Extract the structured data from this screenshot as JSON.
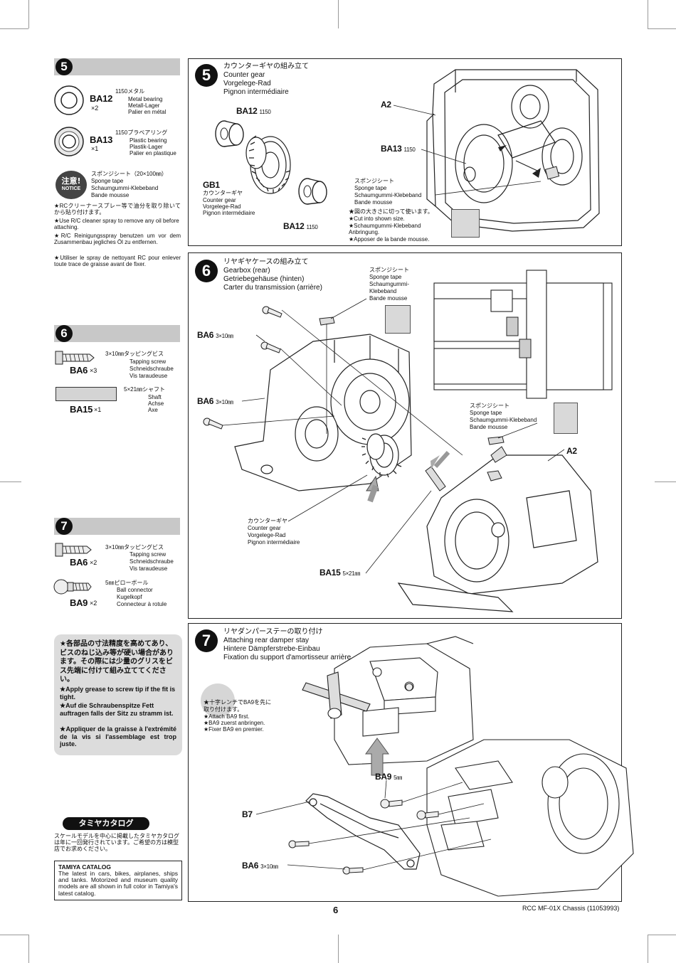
{
  "side": {
    "s5": {
      "num": "5",
      "ba12": {
        "code": "BA12",
        "qty": "×2",
        "size": "1150メタル",
        "names": [
          "Metal bearing",
          "Metall-Lager",
          "Palier en métal"
        ]
      },
      "ba13": {
        "code": "BA13",
        "qty": "×1",
        "size": "1150プラベアリング",
        "names": [
          "Plastic bearing",
          "Plastik-Lager",
          "Palier en plastique"
        ]
      },
      "notice": {
        "badge_top": "注意!",
        "badge_bottom": "NOTICE",
        "lines": [
          "スポンジシート（20×100㎜）",
          "Sponge tape",
          "Schaumgummi-Klebeband",
          "Bande mousse"
        ]
      },
      "notes": [
        "★RCクリーナースプレー等で油分を取り除いてから貼り付けます。",
        "★Use R/C cleaner spray to remove any oil before attaching.",
        "★R/C Reinigungsspray benutzen um vor dem Zusammenbau jegliches Öl zu entfernen.",
        "★Utiliser le spray de nettoyant RC pour enlever toute trace de graisse avant de fixer."
      ]
    },
    "s6": {
      "num": "6",
      "ba6": {
        "code": "BA6",
        "qty": "×3",
        "size": "3×10㎜タッピングビス",
        "names": [
          "Tapping screw",
          "Schneidschraube",
          "Vis taraudeuse"
        ]
      },
      "ba15": {
        "code": "BA15",
        "qty": "×1",
        "size": "5×21㎜シャフト",
        "names": [
          "Shaft",
          "Achse",
          "Axe"
        ]
      }
    },
    "s7": {
      "num": "7",
      "ba6": {
        "code": "BA6",
        "qty": "×2",
        "size": "3×10㎜タッピングビス",
        "names": [
          "Tapping screw",
          "Schneidschraube",
          "Vis taraudeuse"
        ]
      },
      "ba9": {
        "code": "BA9",
        "qty": "×2",
        "size": "5㎜ピローボール",
        "names": [
          "Ball connector",
          "Kugelkopf",
          "Connecteur à rotule"
        ]
      }
    },
    "grease_note": [
      "★各部品の寸法精度を高めてあり、ビスのねじ込み等が硬い場合があります。その際には少量のグリスをビス先端に付けて組み立ててください。",
      "★Apply grease to screw tip if the fit is tight.",
      "★Auf die Schraubenspitze Fett auftragen falls der Sitz zu stramm ist.",
      "★Appliquer de la graisse à l'extrémité de la vis si l'assemblage est trop juste."
    ],
    "catalog": {
      "badge": "タミヤカタログ",
      "jp": "スケールモデルを中心に掲載したタミヤカタログは年に一回発行されています。ご希望の方は模型店でお求めください。",
      "title": "TAMIYA CATALOG",
      "body": "The latest in cars, bikes, airplanes, ships and tanks. Motorized and museum quality models are all shown in full color in Tamiya's latest catalog."
    }
  },
  "step5": {
    "num": "5",
    "title": [
      "カウンターギヤの組み立て",
      "Counter gear",
      "Vorgelege-Rad",
      "Pignon intermédiaire"
    ],
    "ba12_top": {
      "code": "BA12",
      "size": "1150"
    },
    "ba12_bottom": {
      "code": "BA12",
      "size": "1150"
    },
    "gb1": [
      "GB1",
      "カウンターギヤ",
      "Counter gear",
      "Vorgelege-Rad",
      "Pignon intermédiaire"
    ],
    "a2": "A2",
    "ba13": {
      "code": "BA13",
      "size": "1150"
    },
    "sponge": [
      "スポンジシート",
      "Sponge tape",
      "Schaumgummi-Klebeband",
      "Bande mousse"
    ],
    "cut_notes": [
      "★図の大きさに切って使います。",
      "★Cut into shown size.",
      "★Schaumgummi-Klebeband Anbringung.",
      "★Apposer de la bande mousse."
    ]
  },
  "step6": {
    "num": "6",
    "title": [
      "リヤギヤケースの組み立て",
      "Gearbox (rear)",
      "Getriebegehäuse (hinten)",
      "Carter du transmission (arrière)"
    ],
    "sponge1": [
      "スポンジシート",
      "Sponge tape",
      "Schaumgummi-",
      "Klebeband",
      "Bande mousse"
    ],
    "sponge2": [
      "スポンジシート",
      "Sponge tape",
      "Schaumgummi-Klebeband",
      "Bande mousse"
    ],
    "ba6_a": {
      "code": "BA6",
      "size": "3×10㎜"
    },
    "ba6_b": {
      "code": "BA6",
      "size": "3×10㎜"
    },
    "a2": "A2",
    "counter": [
      "カウンターギヤ",
      "Counter gear",
      "Vorgelege-Rad",
      "Pignon intermédiaire"
    ],
    "ba15": {
      "code": "BA15",
      "size": "5×21㎜"
    }
  },
  "step7": {
    "num": "7",
    "title": [
      "リヤダンパーステーの取り付け",
      "Attaching rear damper stay",
      "Hintere Dämpferstrebe-Einbau",
      "Fixation du support d'amortisseur arrière"
    ],
    "wrench_note": [
      "★十字レンチでBA9を先に",
      "取り付けます。",
      "★Attach BA9 first.",
      "★BA9 zuerst anbringen.",
      "★Fixer BA9 en premier."
    ],
    "ba9": {
      "code": "BA9",
      "size": "5㎜"
    },
    "b7": "B7",
    "ba6": {
      "code": "BA6",
      "size": "3×10㎜"
    }
  },
  "footer": {
    "page": "6",
    "doc": "RCC MF-01X Chassis (11053993)"
  }
}
